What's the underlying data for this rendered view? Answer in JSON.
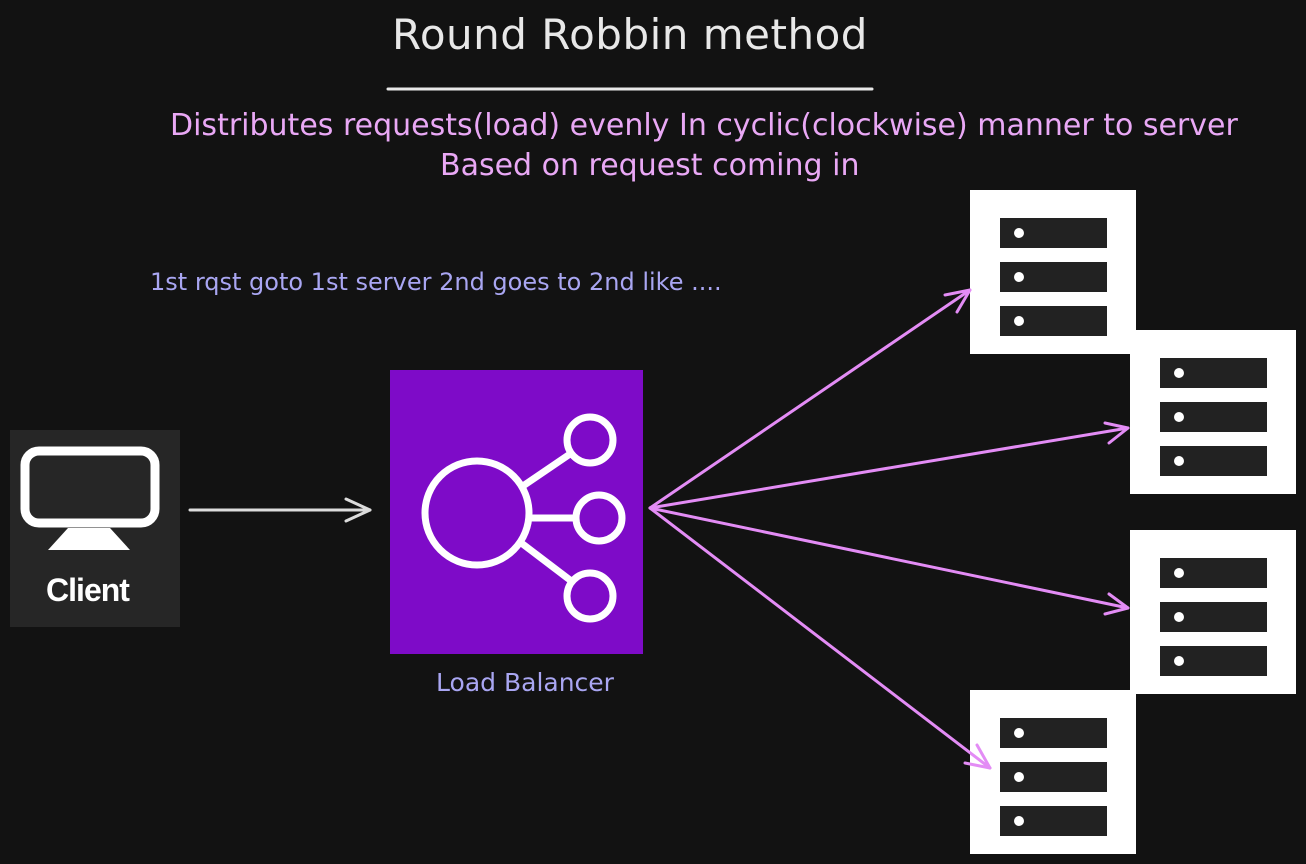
{
  "diagram": {
    "title": "Round Robbin method",
    "description": {
      "line1": "Distributes requests(load) evenly In cyclic(clockwise) manner to server",
      "line2": "Based on request coming in"
    },
    "note": "1st rqst goto 1st server 2nd goes to 2nd like ....",
    "client": {
      "label": "Client",
      "icon": "monitor-icon"
    },
    "load_balancer": {
      "label": "Load Balancer",
      "icon": "load-balancer-icon",
      "color": "#7e0bc8"
    },
    "servers": [
      {
        "icon": "server-rack-icon"
      },
      {
        "icon": "server-rack-icon"
      },
      {
        "icon": "server-rack-icon"
      },
      {
        "icon": "server-rack-icon"
      }
    ],
    "colors": {
      "background": "#121212",
      "title": "#e8e8e8",
      "description": "#e9a8f5",
      "note": "#a9a6f2",
      "arrow_client": "#dcdcdc",
      "arrow_servers": "#e38cf5"
    }
  }
}
